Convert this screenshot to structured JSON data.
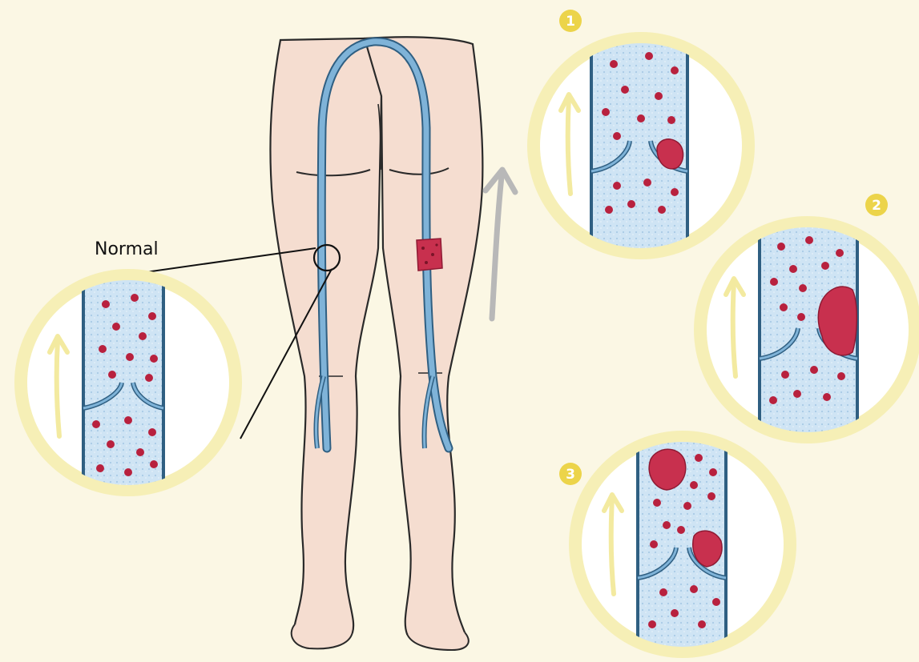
{
  "labels": {
    "normal": "Normal",
    "step1": "1",
    "step2": "2",
    "step3": "3"
  },
  "colors": {
    "background": "#fbf7e4",
    "halo": "#f6efb6",
    "skin": "#f5ddd0",
    "vein": "#7fb3d8",
    "vein_outline": "#2f5f82",
    "blood_cell": "#b8213e",
    "clot": "#c8304e",
    "flow_arrow": "#f3eaa0",
    "direction_arrow": "#b8b8b8",
    "step_badge": "#ecd44a"
  }
}
